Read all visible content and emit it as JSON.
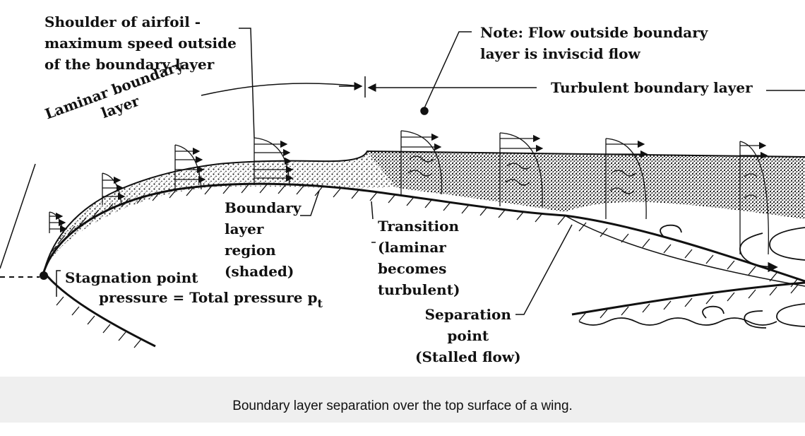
{
  "figure": {
    "labels": {
      "shoulder": "Shoulder of airfoil -\nmaximum speed outside\nof the boundary layer",
      "note": "Note: Flow outside boundary\nlayer is inviscid flow",
      "turbulent": "Turbulent boundary layer",
      "laminar": "Laminar boundary\nlayer",
      "boundary_region": "Boundary\nlayer\nregion\n(shaded)",
      "transition": "Transition\n(laminar\nbecomes\nturbulent)",
      "stagnation": "Stagnation point",
      "pressure": "pressure = Total pressure p",
      "pressure_sub": "t",
      "separation": "Separation\npoint\n(Stalled flow)"
    }
  },
  "caption": "Boundary layer separation over the top surface of a wing."
}
